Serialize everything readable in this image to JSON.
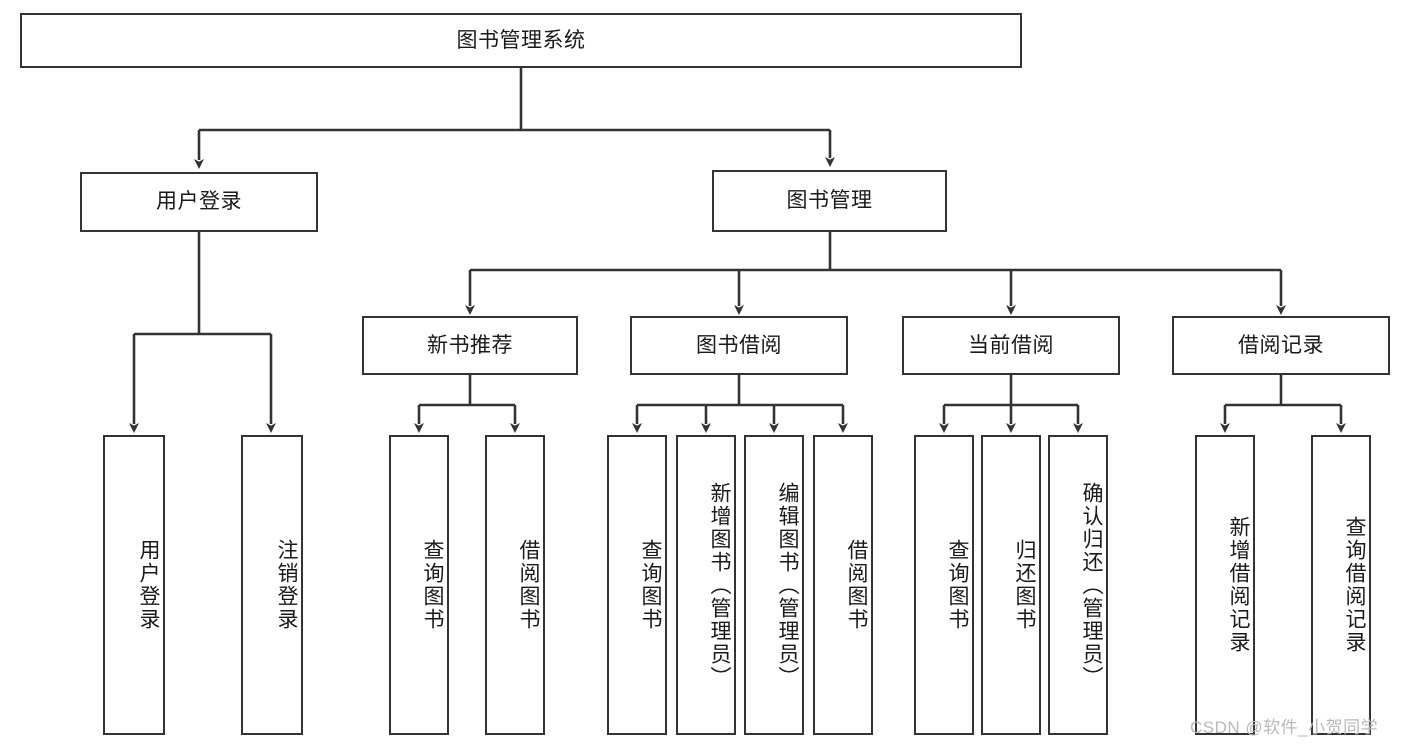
{
  "diagram": {
    "title": "图书管理系统",
    "type": "hierarchy-tree",
    "root": {
      "label": "图书管理系统"
    },
    "level1": [
      {
        "label": "用户登录"
      },
      {
        "label": "图书管理"
      }
    ],
    "level2": [
      {
        "label": "新书推荐"
      },
      {
        "label": "图书借阅"
      },
      {
        "label": "当前借阅"
      },
      {
        "label": "借阅记录"
      }
    ],
    "leaves": {
      "user_login": [
        {
          "label": "用户登录"
        },
        {
          "label": "注销登录"
        }
      ],
      "new_book_recommend": [
        {
          "label": "查询图书"
        },
        {
          "label": "借阅图书"
        }
      ],
      "book_borrow": [
        {
          "label": "查询图书"
        },
        {
          "label": "新增图书（管理员）"
        },
        {
          "label": "编辑图书（管理员）"
        },
        {
          "label": "借阅图书"
        }
      ],
      "current_borrow": [
        {
          "label": "查询图书"
        },
        {
          "label": "归还图书"
        },
        {
          "label": "确认归还（管理员）"
        }
      ],
      "borrow_record": [
        {
          "label": "新增借阅记录"
        },
        {
          "label": "查询借阅记录"
        }
      ]
    }
  },
  "watermark": {
    "text": "CSDN @软件_小贺同学"
  },
  "colors": {
    "stroke": "#333333",
    "box_fill": "#ffffff",
    "text": "#1a1a1a",
    "watermark": "#b9b9b9"
  }
}
